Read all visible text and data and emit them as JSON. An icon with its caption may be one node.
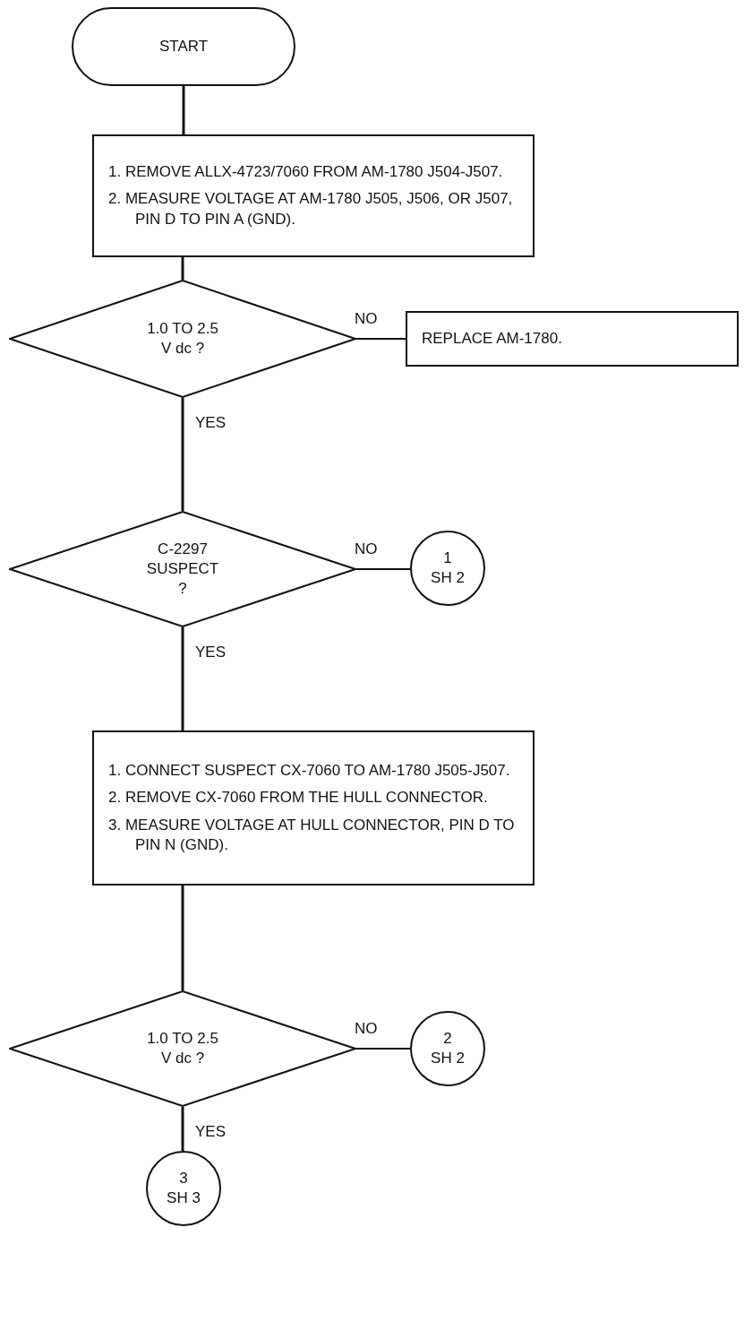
{
  "diagram": {
    "nodes": [
      {
        "text": [
          "START"
        ]
      },
      {
        "text": [
          "1. REMOVE ALLX-4723/7060 FROM AM-1780 J504-J507.",
          "2. MEASURE VOLTAGE AT AM-1780 J505, J506, OR J507, PIN D TO PIN A (GND)."
        ]
      },
      {
        "text": [
          "1.0 TO 2.5 V dc ?"
        ]
      },
      {
        "text": [
          "REPLACE AM-1780."
        ]
      },
      {
        "text": [
          "C-2297 SUSPECT ?"
        ]
      },
      {
        "text": [
          "1",
          "SH 2"
        ]
      },
      {
        "text": [
          "1. CONNECT SUSPECT CX-7060 TO AM-1780 J505-J507.",
          "2. REMOVE CX-7060 FROM THE HULL CONNECTOR.",
          "3. MEASURE VOLTAGE AT HULL CONNECTOR, PIN D TO PIN N (GND)."
        ]
      },
      {
        "text": [
          "1.0 TO 2.5 V dc ?"
        ]
      },
      {
        "text": [
          "2",
          "SH 2"
        ]
      },
      {
        "text": [
          "3",
          "SH 3"
        ]
      }
    ],
    "edges": [
      {
        "from": 0,
        "to": 1,
        "arrow": "none"
      },
      {
        "from": 1,
        "to": 2,
        "arrow": "none"
      },
      {
        "from": 2,
        "to": 3,
        "arrow": "none",
        "label": "NO"
      },
      {
        "from": 2,
        "to": 4,
        "arrow": "none",
        "label": "YES"
      },
      {
        "from": 4,
        "to": 5,
        "arrow": "none",
        "label": "NO"
      },
      {
        "from": 4,
        "to": 6,
        "arrow": "none",
        "label": "YES"
      },
      {
        "from": 6,
        "to": 7,
        "arrow": "none"
      },
      {
        "from": 7,
        "to": 8,
        "arrow": "none",
        "label": "NO"
      },
      {
        "from": 7,
        "to": 9,
        "arrow": "none",
        "label": "YES"
      }
    ]
  }
}
